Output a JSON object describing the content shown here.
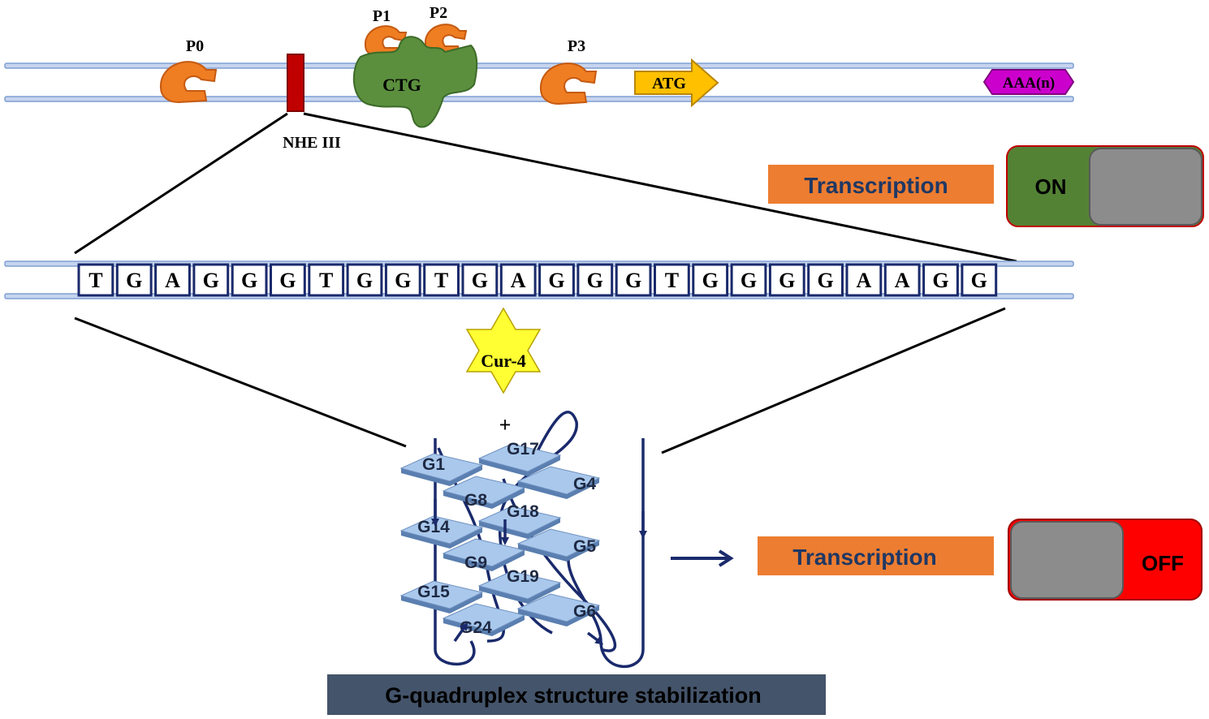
{
  "gene": {
    "promoters": [
      "P0",
      "P1",
      "P2",
      "P3"
    ],
    "ctg_label": "CTG",
    "nhe_label": "NHE III",
    "atg_label": "ATG",
    "polya_label": "AAA(n)"
  },
  "sequence": [
    "T",
    "G",
    "A",
    "G",
    "G",
    "G",
    "T",
    "G",
    "G",
    "T",
    "G",
    "A",
    "G",
    "G",
    "G",
    "T",
    "G",
    "G",
    "G",
    "G",
    "A",
    "A",
    "G",
    "G"
  ],
  "ligand": {
    "label": "Cur-4",
    "plus": "+"
  },
  "quadruplex": {
    "tetrads": [
      [
        "G1",
        "G17",
        "G8",
        "G4"
      ],
      [
        "G14",
        "G18",
        "G9",
        "G5"
      ],
      [
        "G15",
        "G19",
        "G24",
        "G6"
      ]
    ]
  },
  "state_on": {
    "label": "Transcription",
    "switch": "ON"
  },
  "state_off": {
    "label": "Transcription",
    "switch": "OFF"
  },
  "footer": "G-quadruplex structure stabilization",
  "colors": {
    "dna_strand": "#8eaadb",
    "promoter": "#ef7d22",
    "ctg": "#5b8f3e",
    "nhe": "#c00000",
    "atg": "#ffc000",
    "polya": "#cc00cc",
    "ligand": "#ffff33",
    "tetrad": "#a9c8ec",
    "backbone": "#1a2a6c",
    "transcription_box": "#ed7d31",
    "on_switch": "#548235",
    "off_switch": "#ff0000",
    "knob": "#8c8c8c",
    "footer_box": "#44546a"
  }
}
